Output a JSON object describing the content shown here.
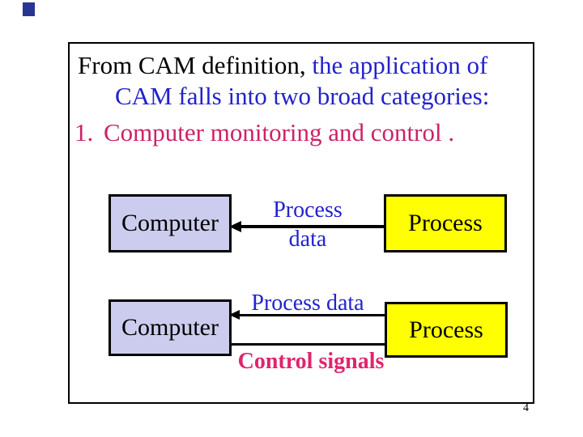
{
  "page": {
    "page_number": "4"
  },
  "corner_marker": {
    "color": "#283593"
  },
  "slide": {
    "heading": {
      "line1_black": "From CAM definition,",
      "line1_blue": " the application of",
      "line2": "CAM falls into two broad categories:",
      "item_number": "1.",
      "item_text": "Computer monitoring and control ."
    },
    "diagram": {
      "row1": {
        "left_box": "Computer",
        "right_box": "Process",
        "arrow_label_line1": "Process",
        "arrow_label_line2": "data"
      },
      "row2": {
        "left_box": "Computer",
        "right_box": "Process",
        "top_arrow_label": "Process data",
        "bottom_arrow_label": "Control signals"
      }
    },
    "colors": {
      "blue_text": "#2222cc",
      "pink_text": "#cc2266",
      "pink_bold_text": "#e0246e",
      "computer_box_fill": "#ccccee",
      "process_box_fill": "#ffff00",
      "corner_marker": "#283593"
    }
  }
}
